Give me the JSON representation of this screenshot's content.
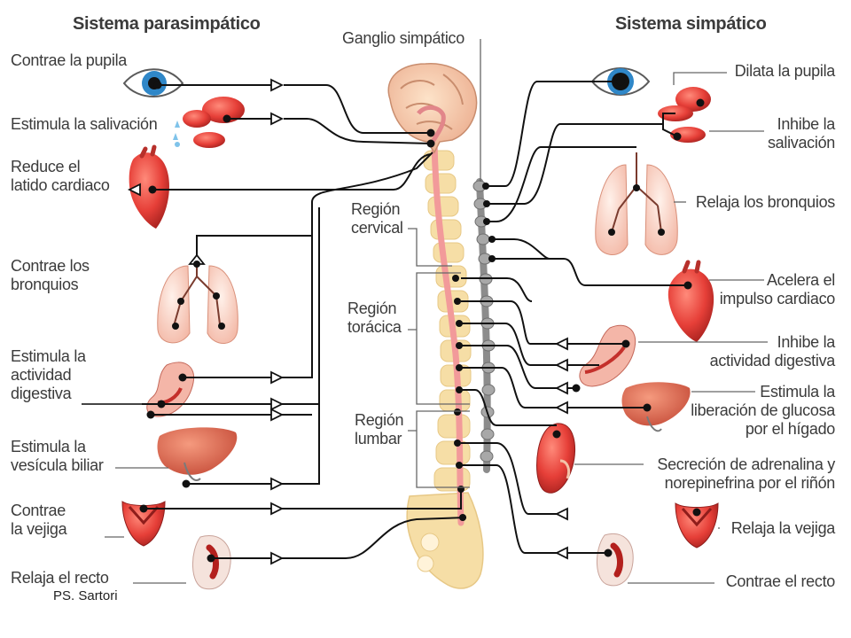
{
  "headings": {
    "parasympathetic": "Sistema parasimpático",
    "sympathetic": "Sistema simpático",
    "ganglion": "Ganglio simpático"
  },
  "regions": {
    "cervical": [
      "Región",
      "cervical"
    ],
    "thoracic": [
      "Región",
      "torácica"
    ],
    "lumbar": [
      "Región",
      "lumbar"
    ]
  },
  "left_labels": [
    [
      "Contrae la pupila"
    ],
    [
      "Estimula la salivación"
    ],
    [
      "Reduce el",
      "latido cardiaco"
    ],
    [
      "Contrae los",
      "bronquios"
    ],
    [
      "Estimula la",
      "actividad",
      "digestiva"
    ],
    [
      "Estimula la",
      "vesícula biliar"
    ],
    [
      "Contrae",
      "la vejiga"
    ],
    [
      "Relaja el recto"
    ]
  ],
  "right_labels": [
    [
      "Dilata la pupila"
    ],
    [
      "Inhibe la",
      "salivación"
    ],
    [
      "Relaja los bronquios"
    ],
    [
      "Acelera el",
      "impulso cardiaco"
    ],
    [
      "Inhibe la",
      "actividad digestiva"
    ],
    [
      "Estimula la",
      "liberación de glucosa",
      "por el hígado"
    ],
    [
      "Secreción de adrenalina y",
      "norepinefrina por el riñón"
    ],
    [
      "Relaja la vejiga"
    ],
    [
      "Contrae el recto"
    ]
  ],
  "credit": "PS. Sartori",
  "colors": {
    "organ": "#e8433f",
    "organ_dark": "#9e1e1c",
    "bone": "#f6dea6",
    "cord": "#f29a9a",
    "ganglion_chain": "#9a9a9a",
    "line": "#111111"
  }
}
